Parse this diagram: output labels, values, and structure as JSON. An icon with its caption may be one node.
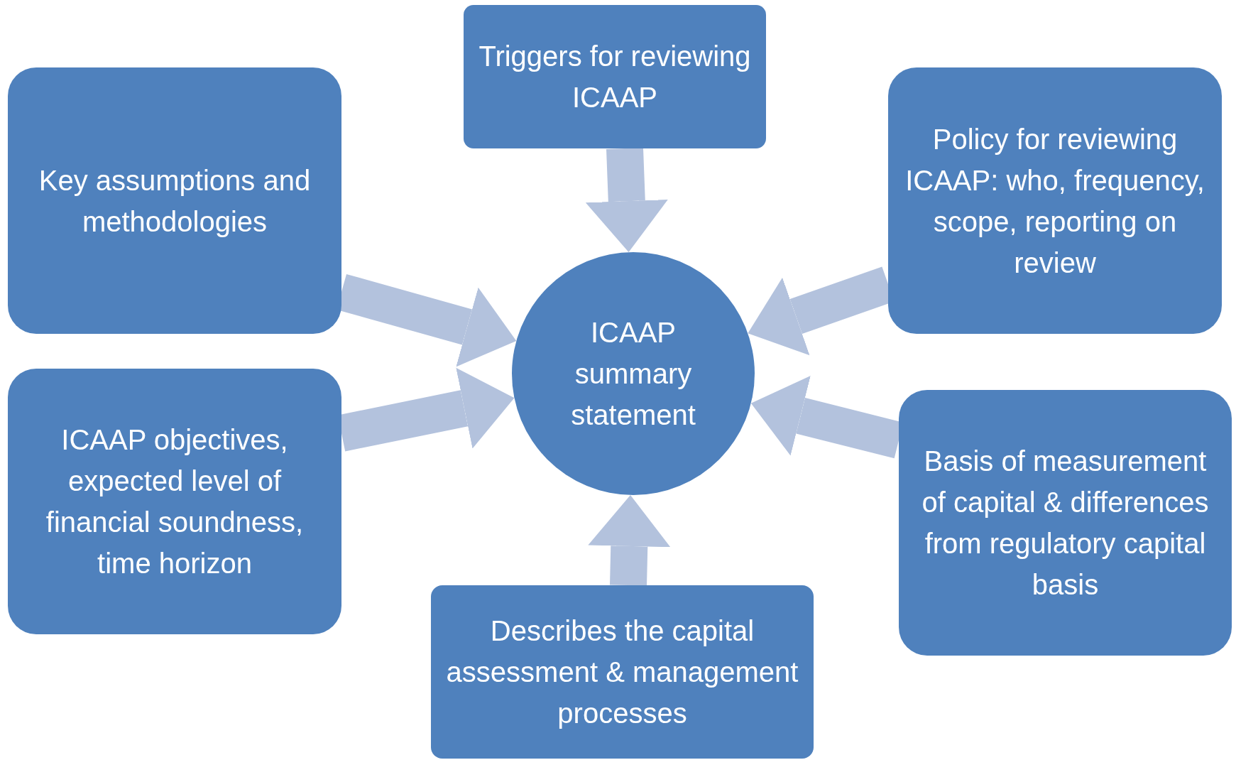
{
  "diagram": {
    "nodes": [
      {
        "text": [
          "Triggers for reviewing ICAAP"
        ]
      },
      {
        "text": [
          "Key assumptions and methodologies"
        ]
      },
      {
        "text": [
          "Policy for reviewing ICAAP: who, frequency, scope, reporting on review"
        ]
      },
      {
        "text": [
          "ICAAP summary statement"
        ]
      },
      {
        "text": [
          "ICAAP objectives, expected level of financial soundness, time horizon"
        ]
      },
      {
        "text": [
          "Basis of measurement of capital & differences from regulatory capital basis"
        ]
      },
      {
        "text": [
          "Describes the capital assessment & management processes"
        ]
      }
    ],
    "edges": [
      {
        "from": 0,
        "to": 3,
        "arrow": "to"
      },
      {
        "from": 1,
        "to": 3,
        "arrow": "to"
      },
      {
        "from": 2,
        "to": 3,
        "arrow": "to"
      },
      {
        "from": 4,
        "to": 3,
        "arrow": "to"
      },
      {
        "from": 5,
        "to": 3,
        "arrow": "to"
      },
      {
        "from": 6,
        "to": 3,
        "arrow": "to"
      }
    ]
  }
}
